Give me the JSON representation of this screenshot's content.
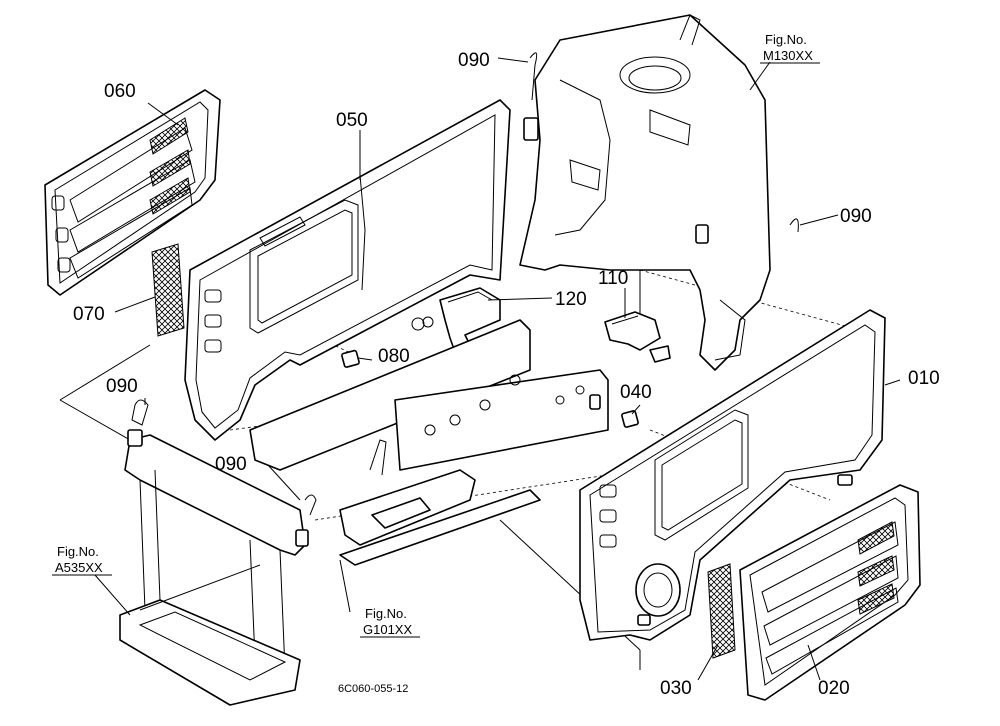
{
  "diagram": {
    "part_labels": {
      "p010": "010",
      "p020": "020",
      "p030": "030",
      "p040": "040",
      "p050": "050",
      "p060": "060",
      "p070": "070",
      "p080": "080",
      "p090a": "090",
      "p090b": "090",
      "p090c": "090",
      "p090d": "090",
      "p110": "110",
      "p120": "120"
    },
    "figure_refs": {
      "m130": {
        "line1": "Fig.No.",
        "line2": "M130XX"
      },
      "a535": {
        "line1": "Fig.No.",
        "line2": "A535XX"
      },
      "g101": {
        "line1": "Fig.No.",
        "line2": "G101XX"
      }
    },
    "drawing_code": "6C060-055-12"
  }
}
